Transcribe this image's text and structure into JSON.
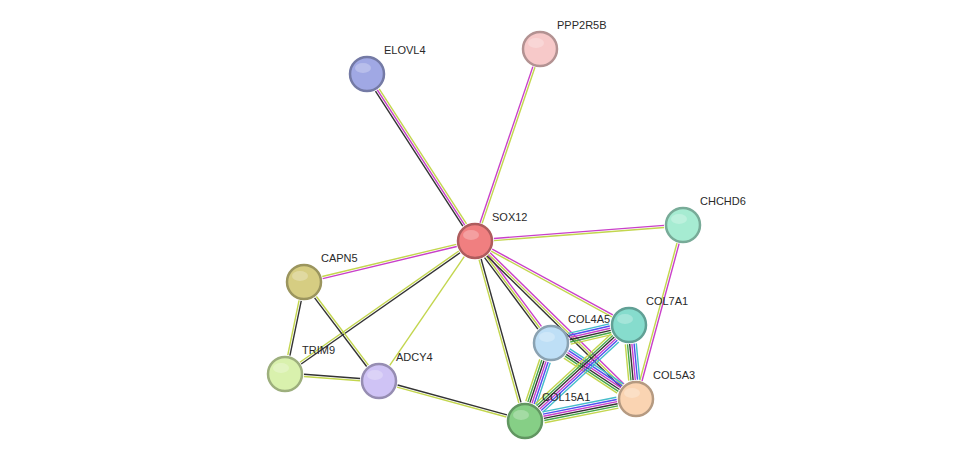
{
  "diagram": {
    "nodes": [
      {
        "text": [
          "PPP2R5B"
        ]
      },
      {
        "text": [
          "ELOVL4"
        ]
      },
      {
        "text": [
          "SOX12"
        ]
      },
      {
        "text": [
          "CHCHD6"
        ]
      },
      {
        "text": [
          "CAPN5"
        ]
      },
      {
        "text": [
          "COL7A1"
        ]
      },
      {
        "text": [
          "COL4A5"
        ]
      },
      {
        "text": [
          "TRIM9"
        ]
      },
      {
        "text": [
          "ADCY4"
        ]
      },
      {
        "text": [
          "COL5A3"
        ]
      },
      {
        "text": [
          "COL15A1"
        ]
      }
    ],
    "edges": [
      {
        "from": 2,
        "to": 1,
        "arrow": "none"
      },
      {
        "from": 2,
        "to": 0,
        "arrow": "none"
      },
      {
        "from": 2,
        "to": 3,
        "arrow": "none"
      },
      {
        "from": 2,
        "to": 4,
        "arrow": "none"
      },
      {
        "from": 2,
        "to": 7,
        "arrow": "none"
      },
      {
        "from": 2,
        "to": 8,
        "arrow": "none"
      },
      {
        "from": 2,
        "to": 10,
        "arrow": "none"
      },
      {
        "from": 2,
        "to": 6,
        "arrow": "none"
      },
      {
        "from": 2,
        "to": 5,
        "arrow": "none"
      },
      {
        "from": 2,
        "to": 9,
        "arrow": "none"
      },
      {
        "from": 3,
        "to": 9,
        "arrow": "none"
      },
      {
        "from": 4,
        "to": 7,
        "arrow": "none"
      },
      {
        "from": 4,
        "to": 8,
        "arrow": "none"
      },
      {
        "from": 7,
        "to": 8,
        "arrow": "none"
      },
      {
        "from": 8,
        "to": 10,
        "arrow": "none"
      },
      {
        "from": 6,
        "to": 5,
        "arrow": "none"
      },
      {
        "from": 6,
        "to": 9,
        "arrow": "none"
      },
      {
        "from": 6,
        "to": 10,
        "arrow": "none"
      },
      {
        "from": 5,
        "to": 9,
        "arrow": "none"
      },
      {
        "from": 5,
        "to": 10,
        "arrow": "none"
      },
      {
        "from": 10,
        "to": 9,
        "arrow": "none"
      }
    ]
  }
}
